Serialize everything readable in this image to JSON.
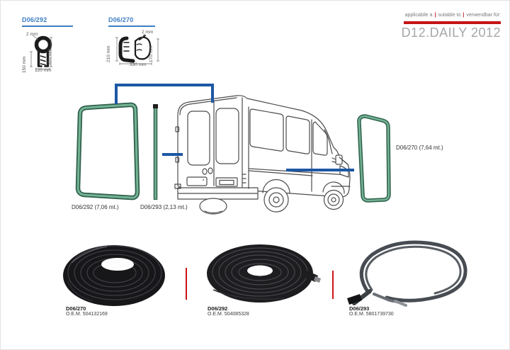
{
  "applicability": {
    "seg1": "applicabile a",
    "sep": "|",
    "seg2": "suitable to",
    "seg3": "verwendbar für:"
  },
  "model_title": "D12.DAILY 2012",
  "profiles": [
    {
      "code": "D06/292",
      "dim_top": "2 mm",
      "dim_right": "320 mm",
      "dim_left": "150 mm",
      "dim_bottom": "120 mm"
    },
    {
      "code": "D06/270",
      "dim_top": "2 mm",
      "dim_left": "210 mm",
      "dim_right": "170 mm",
      "dim_bottom": "330 mm"
    }
  ],
  "diagram_labels": [
    "D06/292 (7,06 mt.)",
    "D06/293 (2,13 mt.)",
    "D06/270 (7,64 mt.)"
  ],
  "products": [
    {
      "code": "D06/270",
      "oem": "O.E.M. 504132169"
    },
    {
      "code": "D06/292",
      "oem": "O.E.M. 504085328"
    },
    {
      "code": "D06/293",
      "oem": "O.E.M. 5801739730"
    }
  ],
  "colors": {
    "accent_red": "#c41414",
    "label_blue": "#3b7ec2",
    "connector_blue": "#1d57a5",
    "seal_green_dark": "#2e5f4b",
    "seal_green_light": "#74b394",
    "model_gray": "#a7a7ab"
  }
}
